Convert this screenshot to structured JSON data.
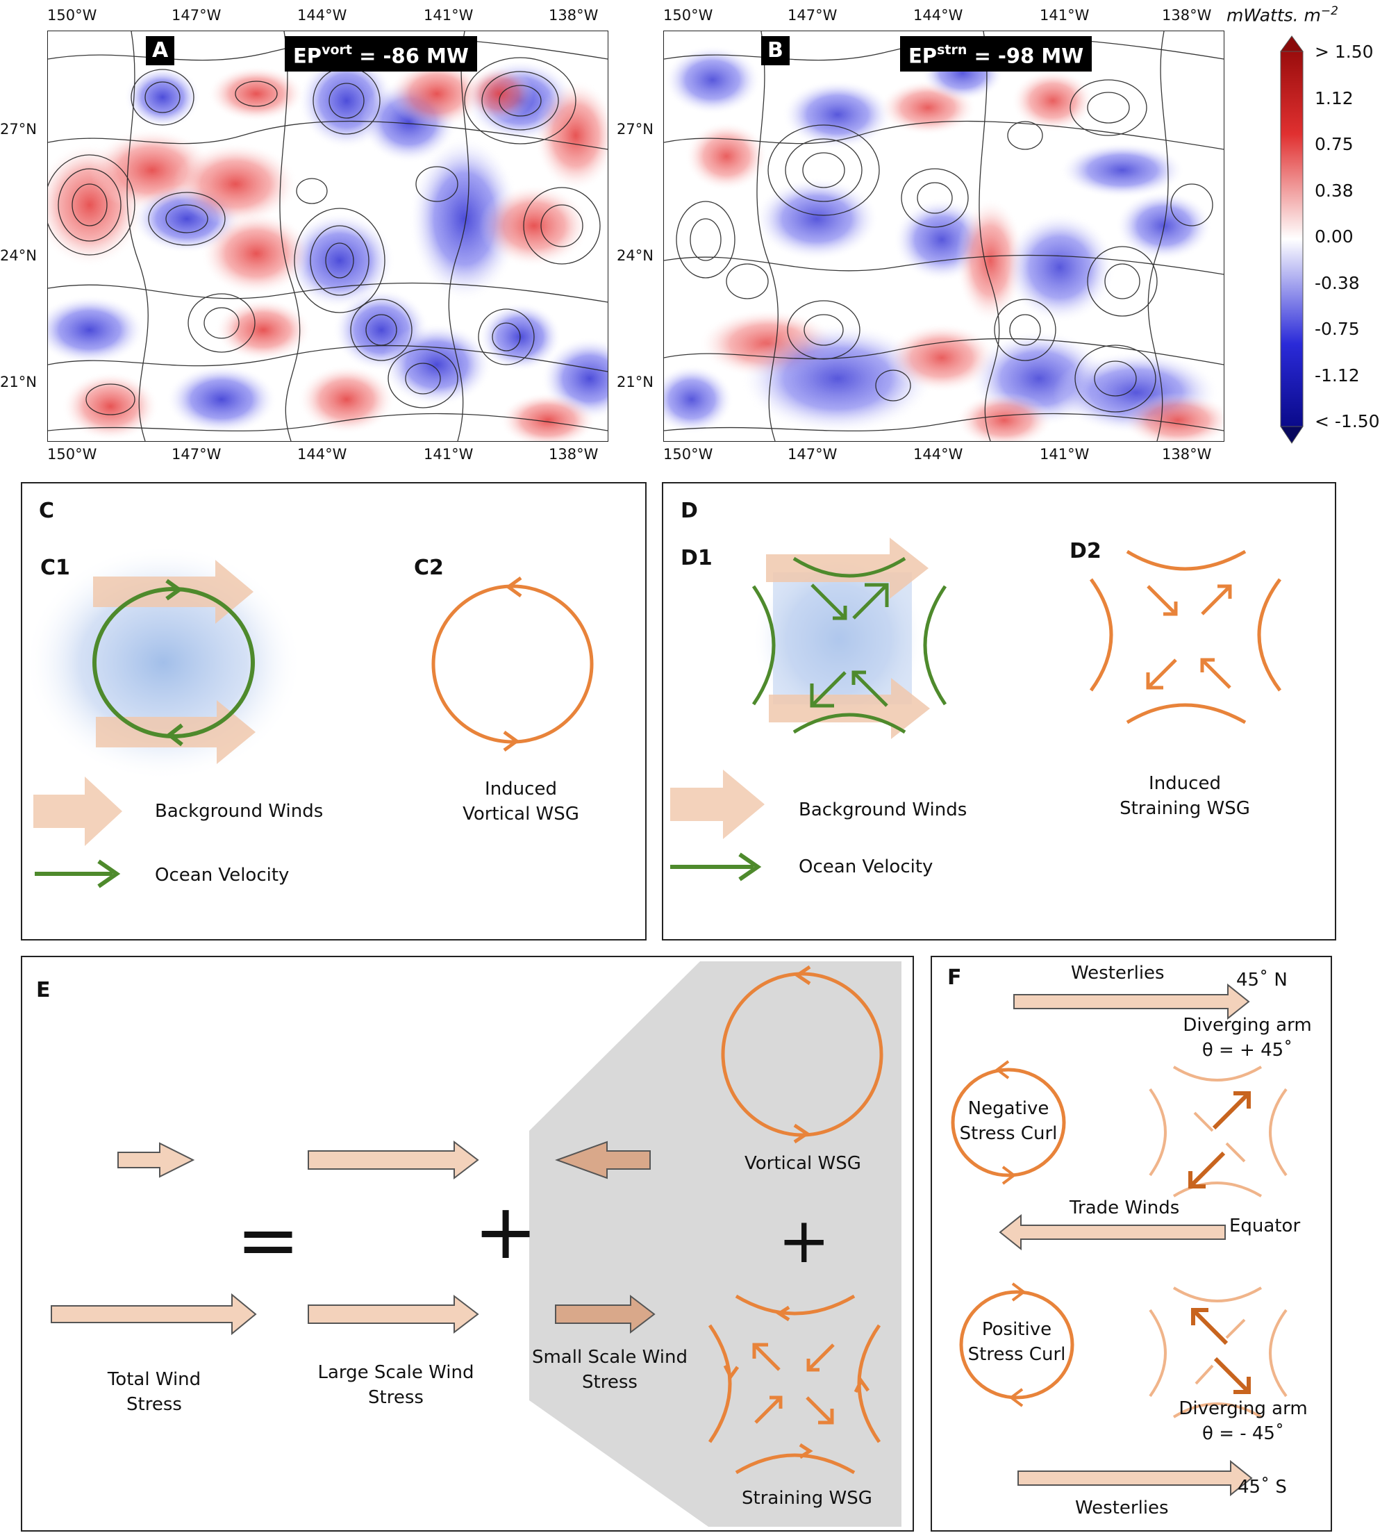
{
  "maps": {
    "lon_labels": [
      "150°W",
      "147°W",
      "144°W",
      "141°W",
      "138°W"
    ],
    "lat_labels": [
      "27°N",
      "24°N",
      "21°N"
    ],
    "panel_a": {
      "label": "A",
      "eq_symbol": "EP",
      "eq_super": "vort",
      "eq_value": "= -86 MW"
    },
    "panel_b": {
      "label": "B",
      "eq_symbol": "EP",
      "eq_super": "strn",
      "eq_value": "= -98 MW"
    }
  },
  "colorbar": {
    "unit": "mWatts. m",
    "unit_exp": "−2",
    "ticks": [
      "> 1.50",
      "1.12",
      "0.75",
      "0.38",
      "0.00",
      "-0.38",
      "-0.75",
      "-1.12",
      "< -1.50"
    ],
    "colors": {
      "max": "#7f0000",
      "pos": "#e03030",
      "zero": "#ffffff",
      "neg": "#2a2ad8",
      "min": "#00006a"
    }
  },
  "panel_c": {
    "label": "C",
    "c1": "C1",
    "c2": "C2",
    "induced_line1": "Induced",
    "induced_line2": "Vortical WSG",
    "legend_winds": "Background Winds",
    "legend_ocean": "Ocean Velocity"
  },
  "panel_d": {
    "label": "D",
    "d1": "D1",
    "d2": "D2",
    "induced_line1": "Induced",
    "induced_line2": "Straining WSG",
    "legend_winds": "Background Winds",
    "legend_ocean": "Ocean Velocity"
  },
  "panel_e": {
    "label": "E",
    "equals": "=",
    "plus1": "+",
    "plus2": "+",
    "total_line1": "Total Wind",
    "total_line2": "Stress",
    "large_line1": "Large Scale Wind",
    "large_line2": "Stress",
    "small_line1": "Small Scale Wind",
    "small_line2": "Stress",
    "vortical": "Vortical WSG",
    "straining": "Straining WSG"
  },
  "panel_f": {
    "label": "F",
    "westerlies_top": "Westerlies",
    "lat_n": "45˚  N",
    "div_top_line1": "Diverging arm",
    "div_top_line2": "θ =  + 45˚",
    "neg_line1": "Negative",
    "neg_line2": "Stress Curl",
    "trade": "Trade Winds",
    "equator": "Equator",
    "pos_line1": "Positive",
    "pos_line2": "Stress Curl",
    "div_bot_line1": "Diverging arm",
    "div_bot_line2": "θ =  - 45˚",
    "westerlies_bottom": "Westerlies",
    "lat_s": "45˚  S"
  },
  "colors": {
    "orange": "#e8833a",
    "green": "#4e8a2c",
    "wind": "#f3d2bb",
    "wind_dark": "#d9a88a",
    "grey_bg": "#d9d9d9"
  }
}
